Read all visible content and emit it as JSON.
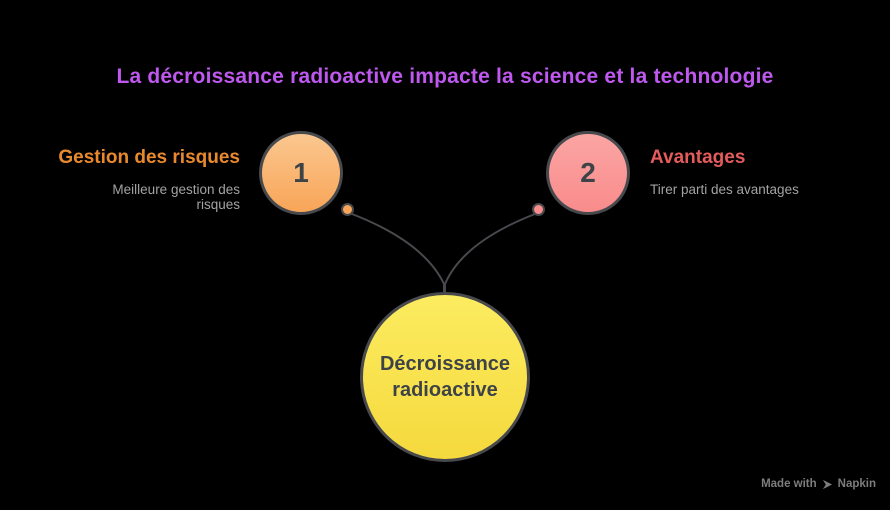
{
  "title": "La décroissance radioactive impacte la science et la technologie",
  "nodes": [
    {
      "number": "1",
      "label": "Gestion des risques",
      "description": "Meilleure gestion des risques",
      "accent_color": "#E9892D",
      "circle_gradient_top": "#FBC78F",
      "circle_gradient_bottom": "#F8A558"
    },
    {
      "number": "2",
      "label": "Avantages",
      "description": "Tirer parti des avantages",
      "accent_color": "#E45B5B",
      "circle_gradient_top": "#FBA5A3",
      "circle_gradient_bottom": "#F98C8C"
    }
  ],
  "center": {
    "label": "Décroissance radioactive",
    "circle_gradient_top": "#FCEC60",
    "circle_gradient_bottom": "#F5D93D"
  },
  "watermark": {
    "prefix": "Made with",
    "brand": "Napkin"
  },
  "colors": {
    "background": "#000000",
    "title": "#BE58EE",
    "description_gray": "#A3A3A3",
    "stroke_dark": "#47494D",
    "number_text": "#3E4347",
    "watermark_gray": "#7D7D7D"
  }
}
